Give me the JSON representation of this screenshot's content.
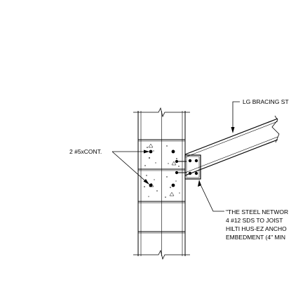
{
  "labels": {
    "bracing": "LG BRACING ST",
    "rebar": "2 #5xCONT.",
    "note_line1": "\"THE STEEL NETWOR",
    "note_line2": "4 #12 SDS TO JOIST",
    "note_line3": "HILTI HUS-EZ ANCHO",
    "note_line4": "EMBEDMENT (4\" MIN"
  },
  "colors": {
    "line": "#000000",
    "background": "#ffffff"
  }
}
